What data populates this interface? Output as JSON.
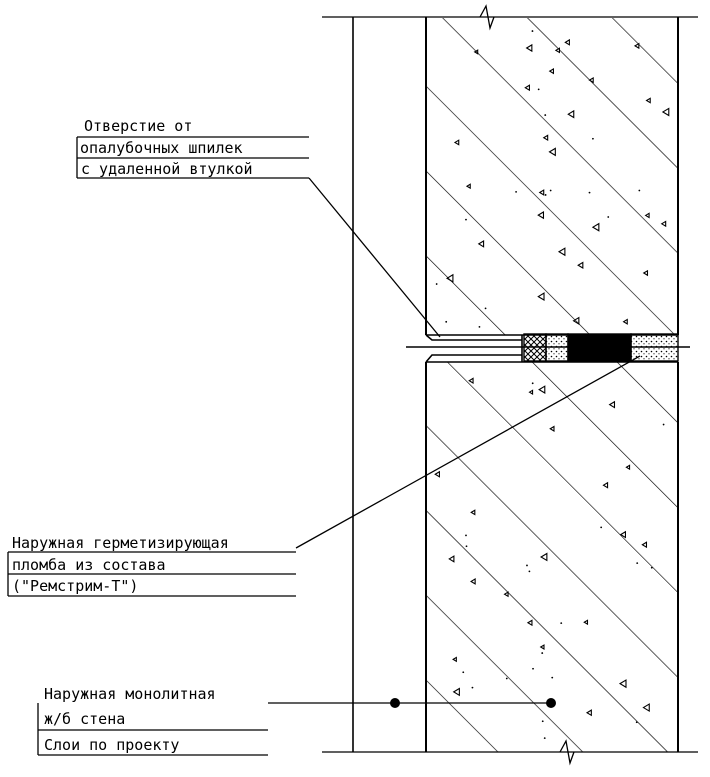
{
  "callouts": {
    "hole": {
      "lines": [
        "Отверстие от",
        "опалубочных шпилек",
        "с удаленной втулкой"
      ]
    },
    "seal": {
      "lines": [
        "Наружная герметизирующая",
        "пломба из состава",
        "(\"Ремстрим-Т\")"
      ]
    },
    "wall": {
      "lines": [
        "Наружная монолитная",
        "ж/б стена",
        "Слои по проекту"
      ]
    }
  },
  "colors": {
    "ink": "#000000",
    "background": "#ffffff"
  }
}
